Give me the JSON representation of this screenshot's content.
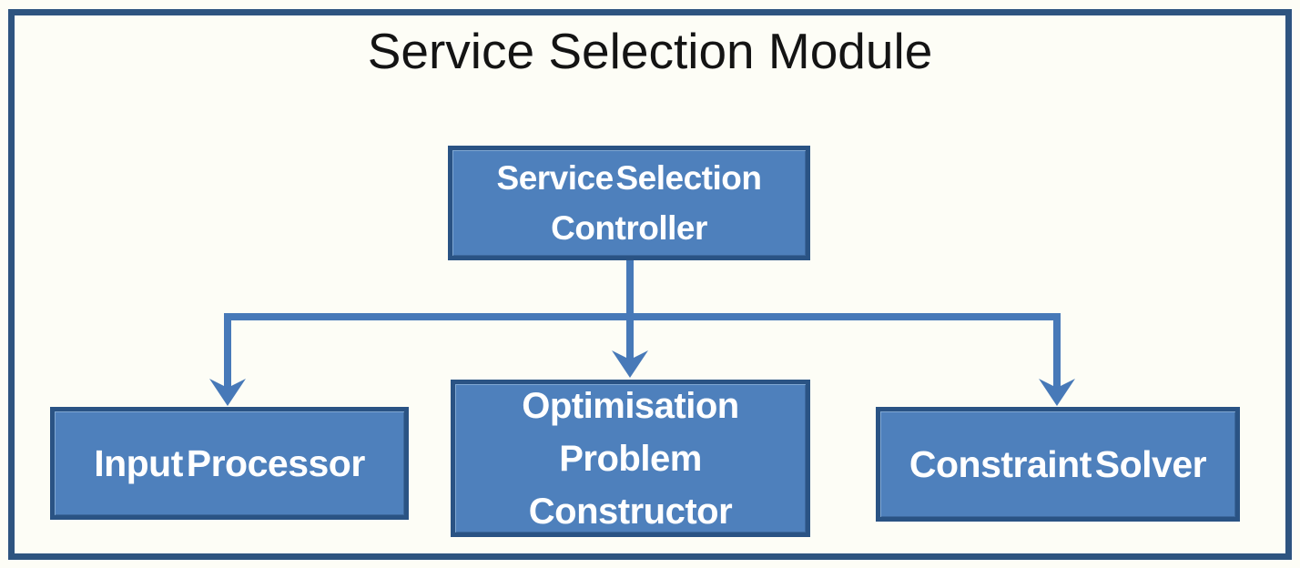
{
  "diagram": {
    "title": "Service Selection Module",
    "nodes": [
      {
        "id": "service-selection-controller",
        "label": "Service Selection Controller"
      },
      {
        "id": "input-processor",
        "label": "Input Processor"
      },
      {
        "id": "optimisation-problem-constructor",
        "label": "Optimisation Problem Constructor"
      },
      {
        "id": "constraint-solver",
        "label": "Constraint Solver"
      }
    ],
    "edges": [
      {
        "from": "service-selection-controller",
        "to": "input-processor"
      },
      {
        "from": "service-selection-controller",
        "to": "optimisation-problem-constructor"
      },
      {
        "from": "service-selection-controller",
        "to": "constraint-solver"
      }
    ],
    "colors": {
      "node_fill": "#4e80bc",
      "node_border": "#2a5384",
      "frame_border": "#2e5480",
      "connector": "#4779b8",
      "node_text": "#ffffff",
      "title_text": "#141414",
      "background": "#fdfdf6"
    }
  }
}
